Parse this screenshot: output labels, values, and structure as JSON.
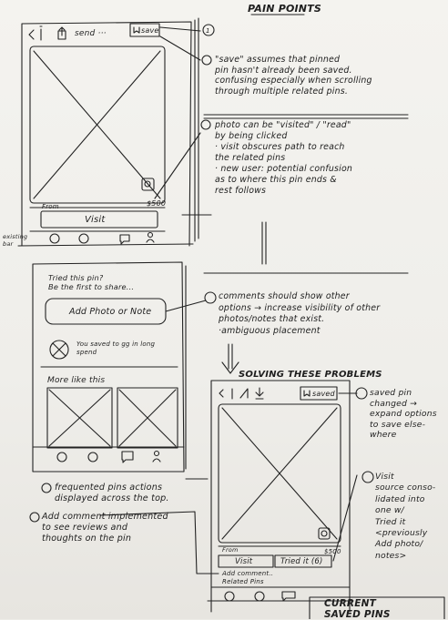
{
  "title": "PAIN POINTS",
  "top_phone": {
    "send_label": "send ···",
    "save_label": "save",
    "from_label": "From",
    "price": "$500",
    "visit_label": "Visit",
    "annotation_side": "existing\nbar",
    "tab_icons": [
      "pin-icon",
      "compass-icon",
      "chat-icon",
      "person-icon"
    ]
  },
  "notes": {
    "n1_num": "1",
    "n2": "\"save\" assumes that pinned\npin hasn't already been saved.\nconfusing especially when scrolling\nthrough multiple related pins.",
    "n3": "photo can be \"visited\" / \"read\"\nby being clicked\n· visit obscures path to reach\n  the related pins\n· new user: potential confusion\n  as to where this pin ends &\n  rest follows",
    "n4": "comments should show other\noptions → increase visibility of other\nphotos/notes that exist.\n·ambiguous placement"
  },
  "middle_phone": {
    "tried_label": "Tried this pin?\nBe the first to share...",
    "add_photo_label": "Add Photo or Note",
    "saved_to_label": "You saved to gg in long\nspend",
    "more_like": "More like this"
  },
  "bottom_notes": {
    "b1": "frequented pins actions\ndisplayed across the top.",
    "b3": "Add comment implemented\nto see reviews and\nthoughts on the pin"
  },
  "solving_title": "SOLVING THESE PROBLEMS",
  "bottom_phone": {
    "saved_label": "saved",
    "from_label": "From",
    "price": "$500",
    "visit_label": "Visit",
    "tried_label": "Tried it (6)",
    "add_comment": "Add comment..\nRelated Pins"
  },
  "right_notes": {
    "r2": "saved pin\nchanged →\nexpand options\nto save else-\nwhere",
    "r4": "Visit\nsource conso-\nlidated into\none w/\nTried it\n<previously\nAdd photo/\nnotes>"
  },
  "current_saved": "CURRENT\nSAVED PINS"
}
